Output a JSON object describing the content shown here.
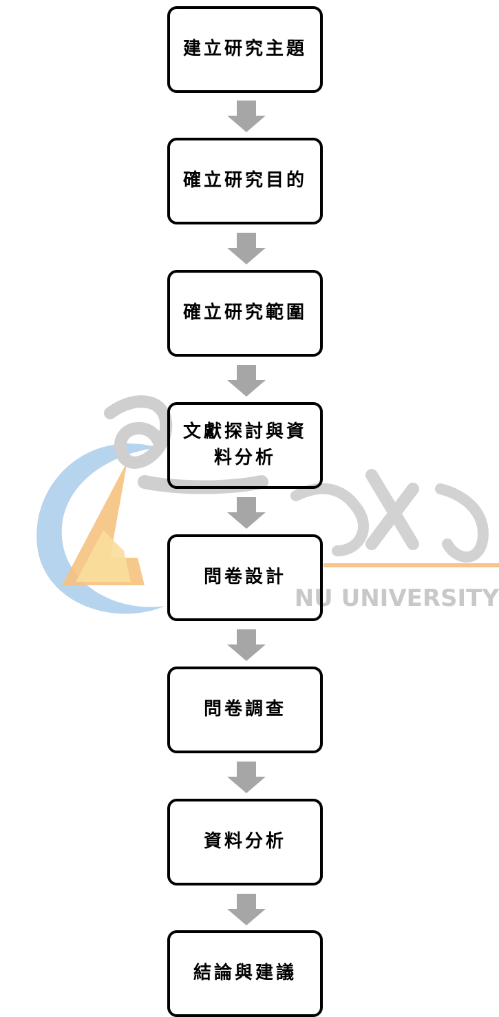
{
  "watermark": {
    "latin_text": "NU UNIVERSITY",
    "colors": {
      "gray": "#c8c8c8",
      "blue": "#88b8e0",
      "orange": "#f7c58a",
      "yellow": "#f9e3a0"
    }
  },
  "steps": [
    {
      "label": "建立研究主題"
    },
    {
      "label": "確立研究目的"
    },
    {
      "label": "確立研究範圍"
    },
    {
      "label": "文獻探討與資\n料分析"
    },
    {
      "label": "問卷設計"
    },
    {
      "label": "問卷調查"
    },
    {
      "label": "資料分析"
    },
    {
      "label": "結論與建議"
    }
  ],
  "colors": {
    "box_border": "#000000",
    "arrow": "#a6a6a6",
    "text": "#000000"
  },
  "icons": {
    "arrow": "down-arrow-icon"
  }
}
